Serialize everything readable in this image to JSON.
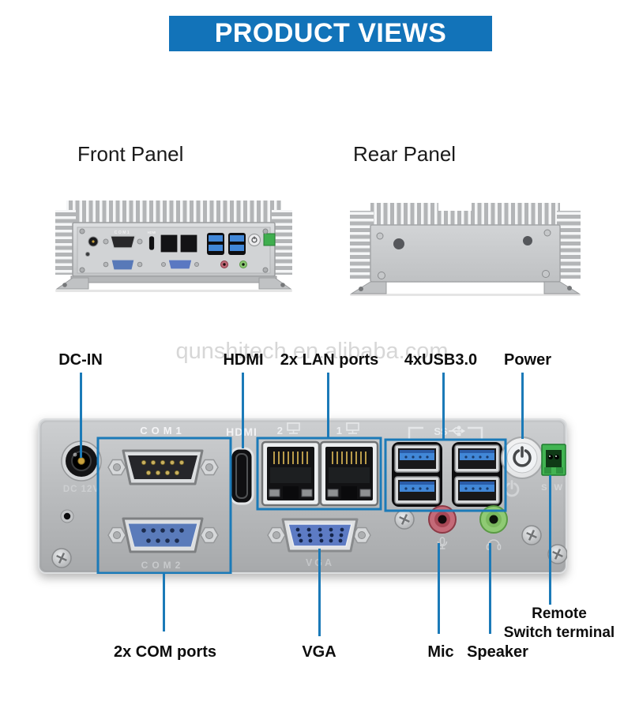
{
  "header": {
    "title": "PRODUCT VIEWS"
  },
  "sections": {
    "front_label": "Front Panel",
    "rear_label": "Rear Panel"
  },
  "watermark": "qunshitech.en.alibaba.com",
  "callouts": {
    "top": {
      "dc_in": "DC-IN",
      "hdmi": "HDMI",
      "lan": "2x LAN ports",
      "usb": "4xUSB3.0",
      "power": "Power"
    },
    "bottom": {
      "com": "2x COM ports",
      "vga": "VGA",
      "mic": "Mic",
      "speaker": "Speaker",
      "remote_line1": "Remote",
      "remote_line2": "Switch terminal"
    }
  },
  "panel_markings": {
    "com1": "COM1",
    "com2": "COM2",
    "hdmi_logo": "HDMI",
    "dc_power": "DC 12V",
    "vga": "VGA",
    "switch": "S W",
    "lan_port_left": "2",
    "lan_port_right": "1",
    "usb_logo": "SS"
  },
  "colors": {
    "banner_blue": "#1273b9",
    "callout_blue": "#1b7ab8",
    "usb_blue": "#4187d7",
    "vga_blue": "#5a78c2",
    "terminal_green": "#3fae4e",
    "mic_pink": "#c46a78",
    "speaker_green": "#8fca74"
  }
}
